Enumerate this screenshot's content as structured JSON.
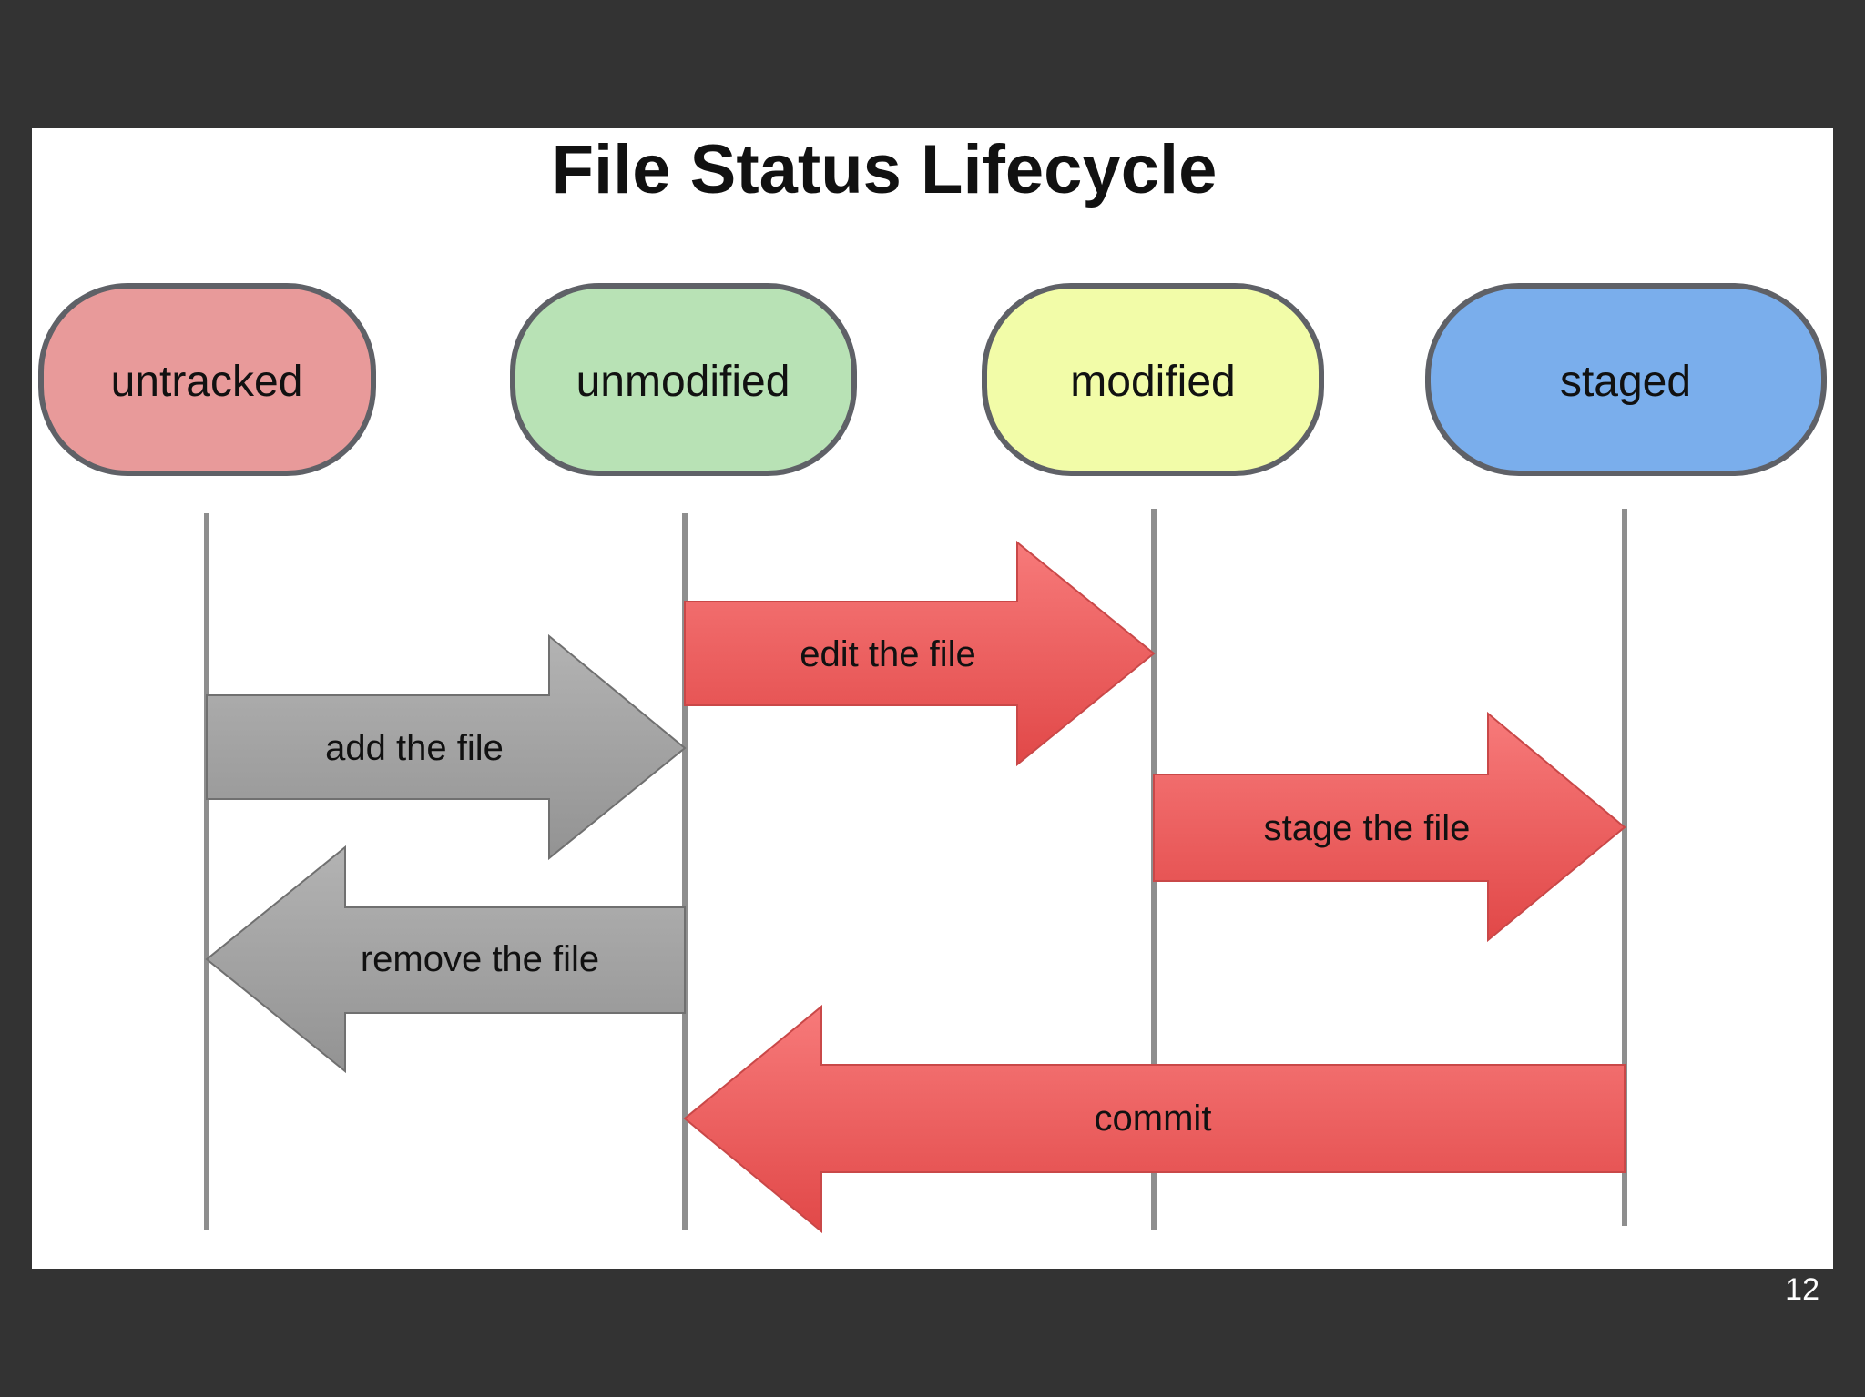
{
  "title": "File Status Lifecycle",
  "page_number": "12",
  "states": [
    {
      "id": "untracked",
      "label": "untracked",
      "color": "#e89a9a"
    },
    {
      "id": "unmodified",
      "label": "unmodified",
      "color": "#b8e2b5"
    },
    {
      "id": "modified",
      "label": "modified",
      "color": "#f2fca8"
    },
    {
      "id": "staged",
      "label": "staged",
      "color": "#7aaeec"
    }
  ],
  "transitions": [
    {
      "id": "add",
      "label": "add the file",
      "from": "untracked",
      "to": "unmodified",
      "color": "#a3a3a3"
    },
    {
      "id": "edit",
      "label": "edit the file",
      "from": "unmodified",
      "to": "modified",
      "color": "#ee5a5a"
    },
    {
      "id": "remove",
      "label": "remove the file",
      "from": "unmodified",
      "to": "untracked",
      "color": "#a3a3a3"
    },
    {
      "id": "stage",
      "label": "stage the file",
      "from": "modified",
      "to": "staged",
      "color": "#ee5a5a"
    },
    {
      "id": "commit",
      "label": "commit",
      "from": "staged",
      "to": "unmodified",
      "color": "#ee5a5a"
    }
  ]
}
